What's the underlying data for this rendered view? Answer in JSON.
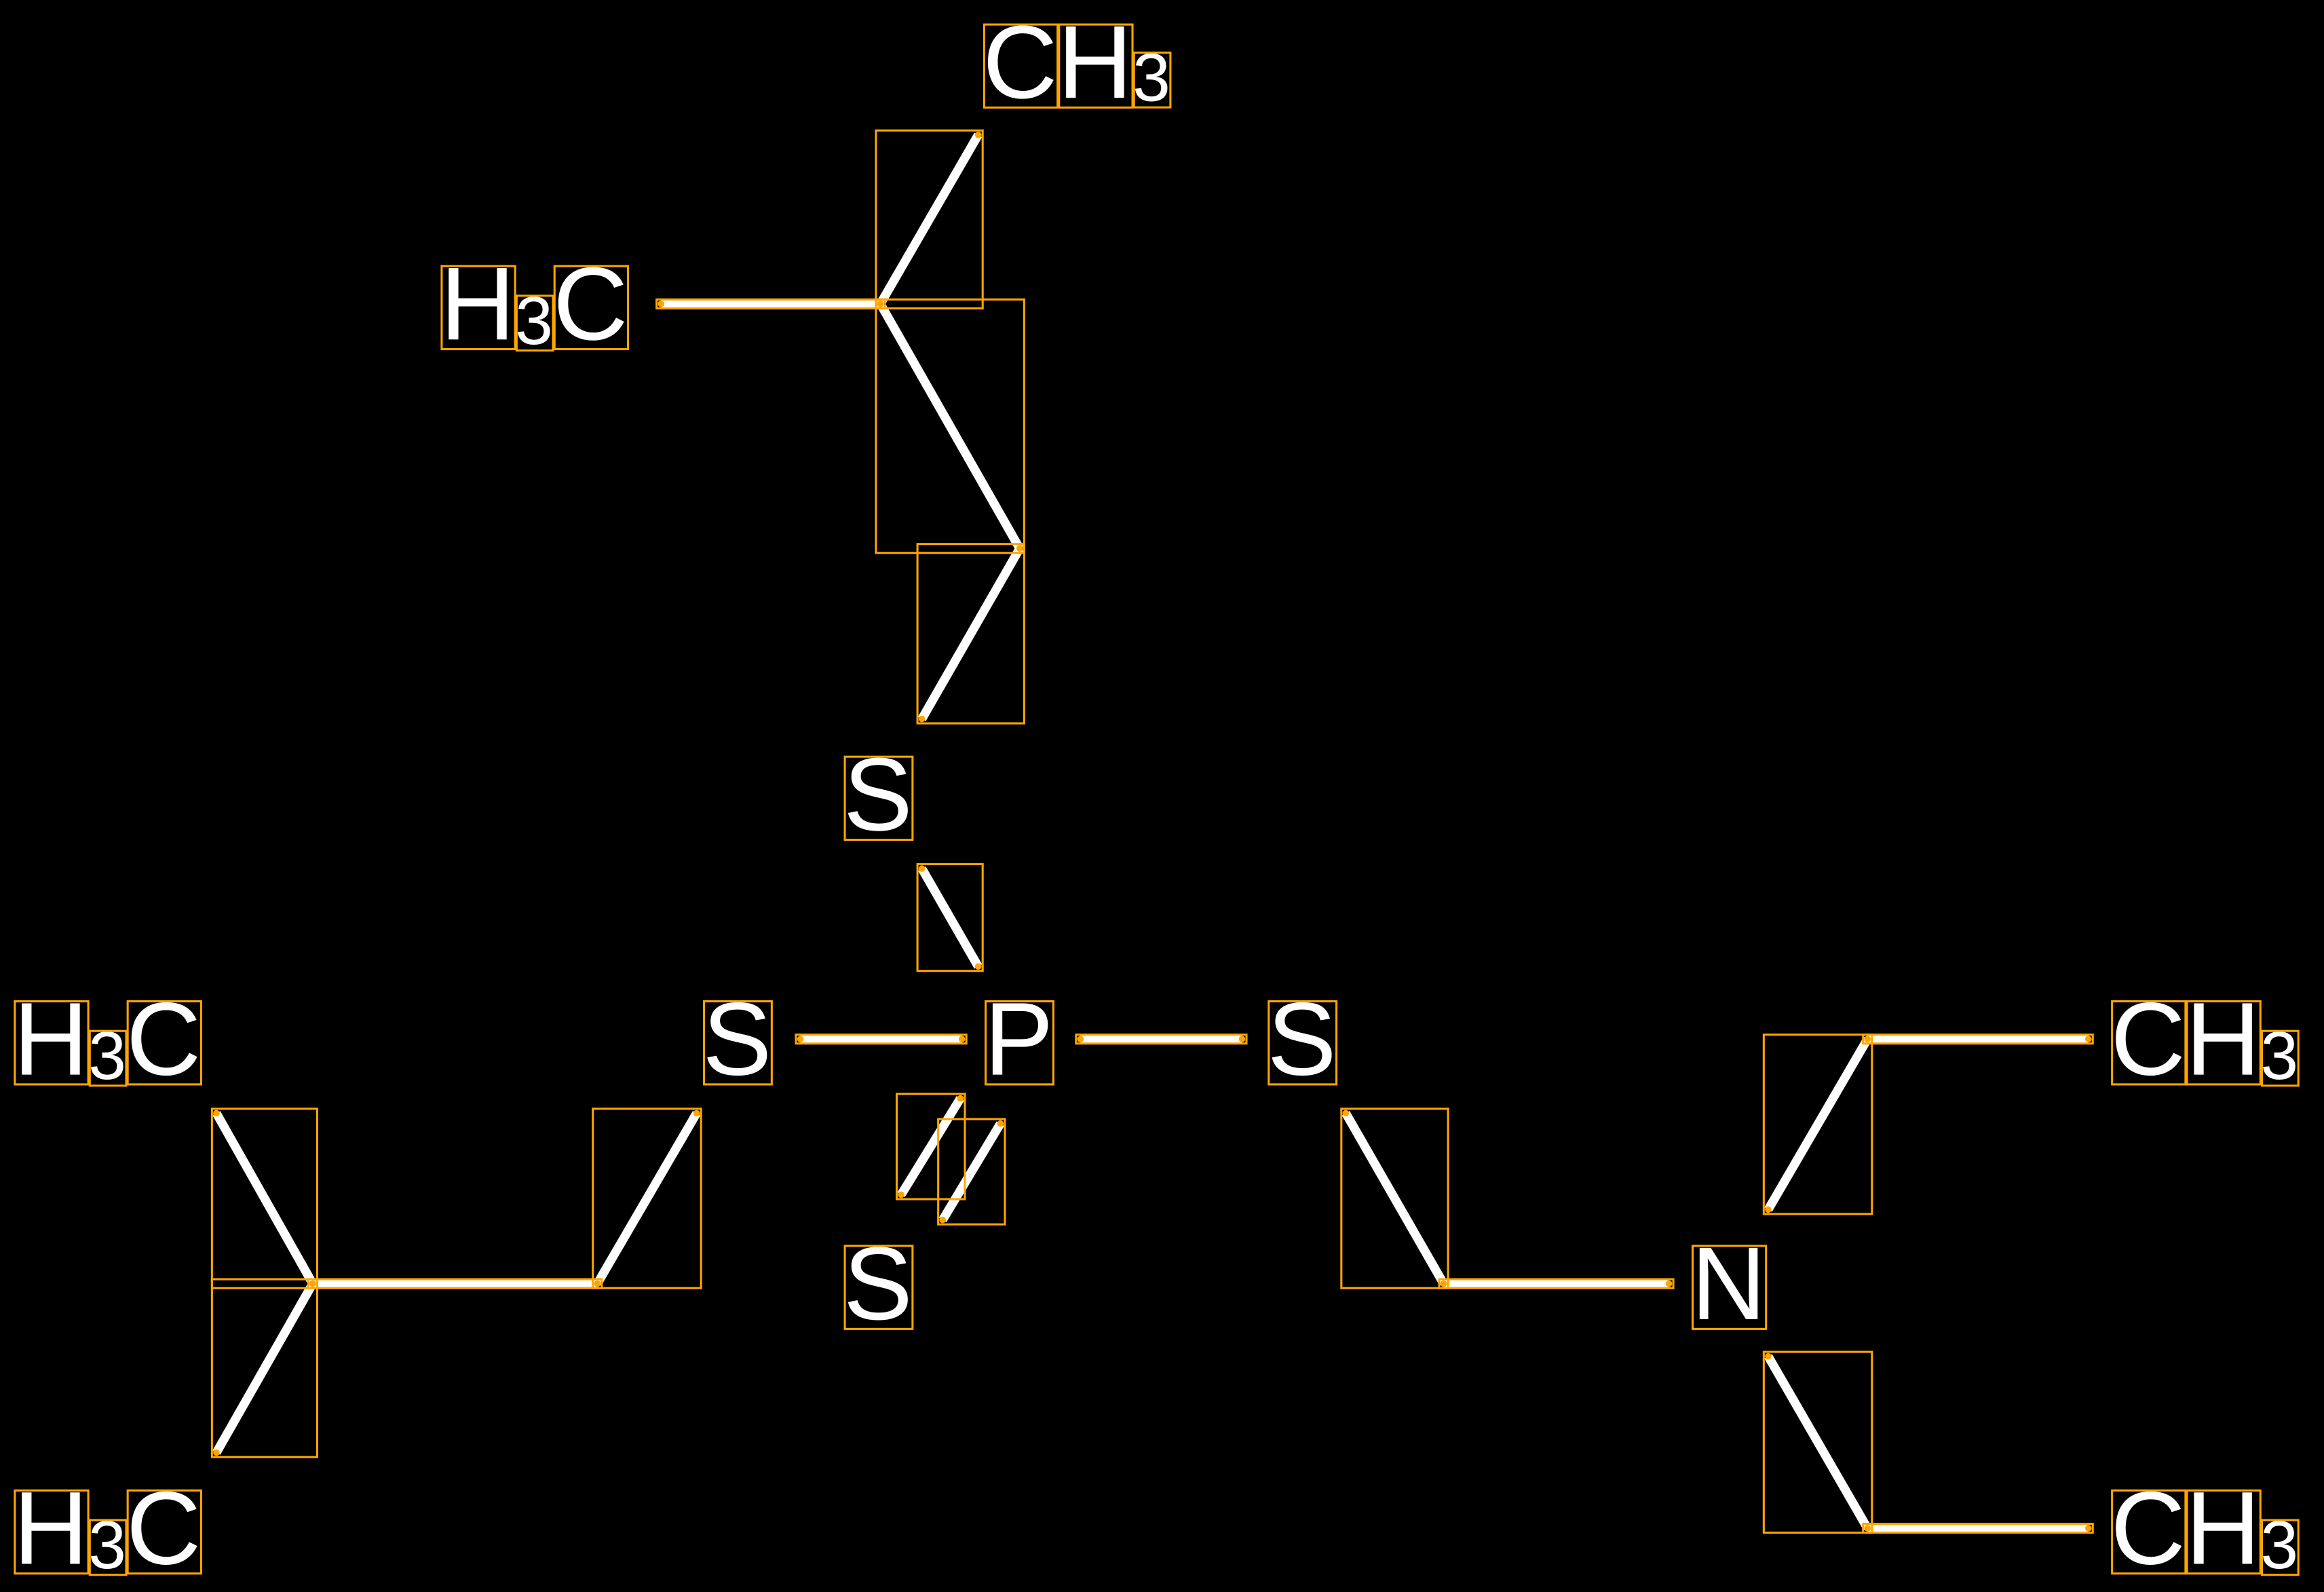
{
  "colors": {
    "background": "#000000",
    "bond": "#FFFFFF",
    "annotation_box": "#FFA500"
  },
  "atoms": {
    "ch3_top": {
      "main": "CH",
      "sub": "3"
    },
    "h3c_upper": {
      "pre": "H",
      "sub": "3",
      "post": "C"
    },
    "s_top": {
      "main": "S"
    },
    "s_left": {
      "main": "S"
    },
    "p_center": {
      "main": "P"
    },
    "s_right": {
      "main": "S"
    },
    "s_bottom": {
      "main": "S"
    },
    "n_amine": {
      "main": "N"
    },
    "ch3_right_top": {
      "main": "CH",
      "sub": "3"
    },
    "ch3_right_bottom": {
      "main": "CH",
      "sub": "3"
    },
    "h3c_left_top": {
      "pre": "H",
      "sub": "3",
      "post": "C"
    },
    "h3c_left_bottom": {
      "pre": "H",
      "sub": "3",
      "post": "C"
    }
  }
}
